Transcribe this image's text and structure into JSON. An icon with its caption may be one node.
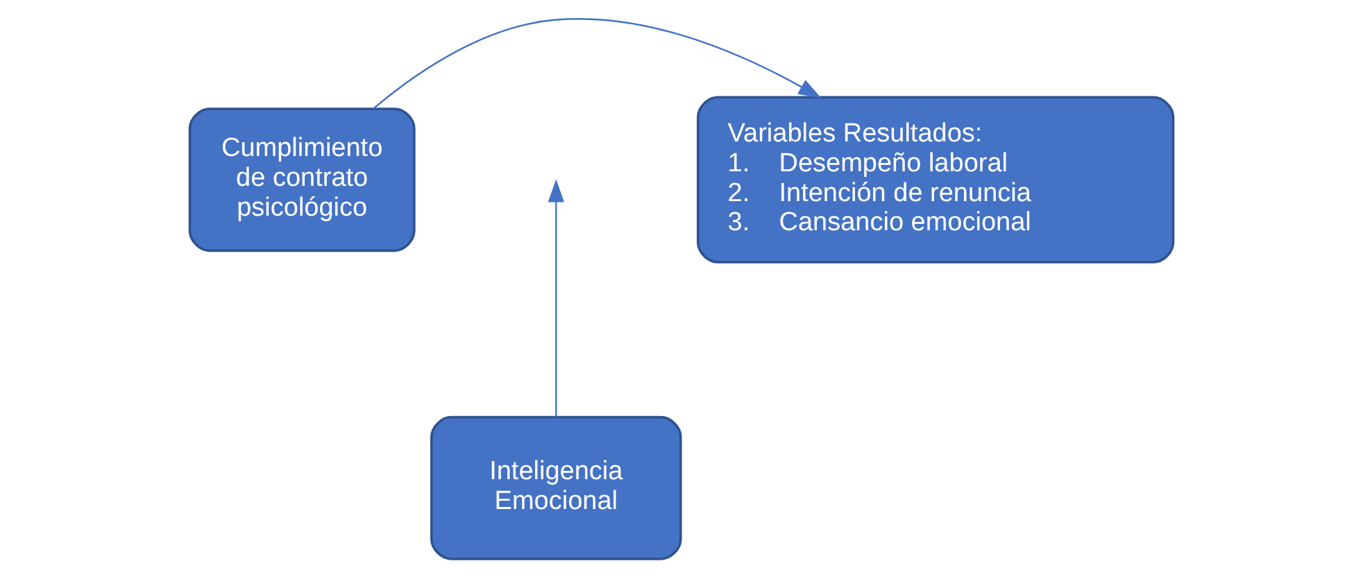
{
  "diagram": {
    "nodes": [
      {
        "text": [
          "Cumplimiento de contrato psicológico"
        ]
      },
      {
        "text": [
          "Variables Resultados:",
          "1.    Desempeño laboral",
          "2.    Intención de renuncia",
          "3.    Cansancio emocional"
        ]
      },
      {
        "text": [
          "Inteligencia Emocional"
        ]
      }
    ],
    "edges": [
      {
        "from": 0,
        "to": 1,
        "arrow": "to"
      },
      {
        "from": 2,
        "to": null,
        "arrow": "to"
      }
    ]
  }
}
